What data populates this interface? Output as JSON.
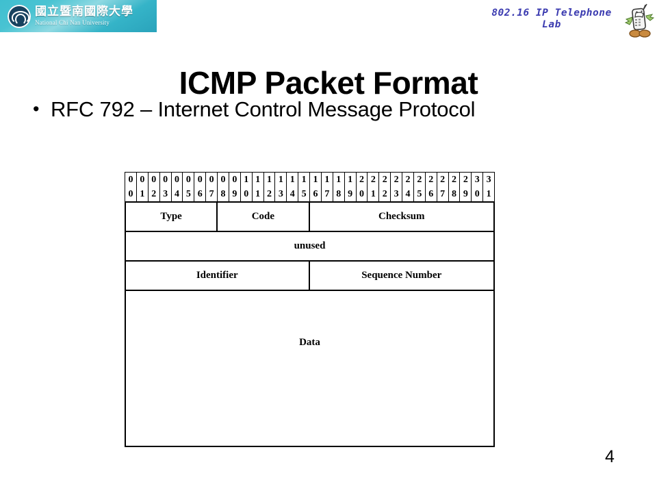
{
  "header": {
    "university_banner": {
      "name_cn": "國立暨南國際大學",
      "name_en": "National Chi Nan University",
      "icon": "university-seal-icon",
      "bg_start": "#3fbfd0",
      "bg_end": "#2aa3bb"
    },
    "lab_title_line1": "802.16 IP Telephone",
    "lab_title_line2": "Lab",
    "lab_title_color": "#3b3bb0",
    "mascot_icon": "cartoon-mobile-phone-mascot-icon"
  },
  "slide": {
    "title": "ICMP Packet Format",
    "bullet_marker": "•",
    "bullet_text": "RFC 792 – Internet Control Message Protocol",
    "page_number": "4"
  },
  "packet_diagram": {
    "bit_ruler": {
      "tens": [
        "0",
        "0",
        "0",
        "0",
        "0",
        "0",
        "0",
        "0",
        "0",
        "0",
        "1",
        "1",
        "1",
        "1",
        "1",
        "1",
        "1",
        "1",
        "1",
        "1",
        "2",
        "2",
        "2",
        "2",
        "2",
        "2",
        "2",
        "2",
        "2",
        "2",
        "3",
        "3"
      ],
      "ones": [
        "0",
        "1",
        "2",
        "3",
        "4",
        "5",
        "6",
        "7",
        "8",
        "9",
        "0",
        "1",
        "2",
        "3",
        "4",
        "5",
        "6",
        "7",
        "8",
        "9",
        "0",
        "1",
        "2",
        "3",
        "4",
        "5",
        "6",
        "7",
        "8",
        "9",
        "0",
        "1"
      ]
    },
    "rows": [
      {
        "name": "header-row-1",
        "fields": [
          {
            "label": "Type",
            "bits": 8
          },
          {
            "label": "Code",
            "bits": 8
          },
          {
            "label": "Checksum",
            "bits": 16
          }
        ]
      },
      {
        "name": "unused-row",
        "fields": [
          {
            "label": "unused",
            "bits": 32
          }
        ]
      },
      {
        "name": "identifier-row",
        "fields": [
          {
            "label": "Identifier",
            "bits": 16
          },
          {
            "label": "Sequence Number",
            "bits": 16
          }
        ]
      },
      {
        "name": "data-row",
        "fields": [
          {
            "label": "Data",
            "bits": 32
          }
        ]
      }
    ]
  }
}
